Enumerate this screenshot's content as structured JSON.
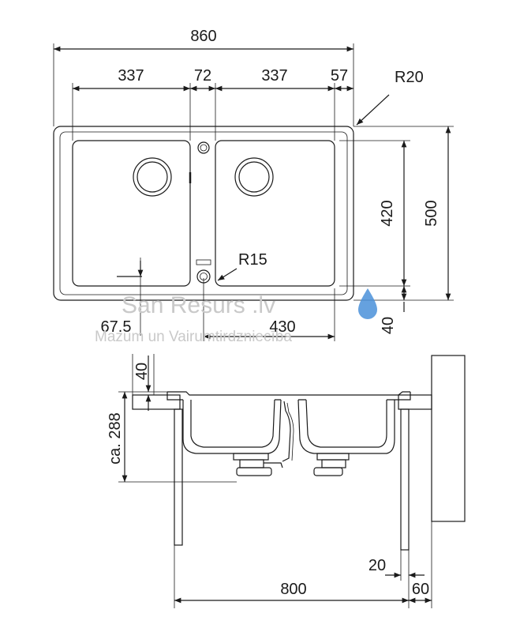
{
  "top_view": {
    "width_total": "860",
    "bowl_left": "337",
    "center": "72",
    "bowl_right": "337",
    "edge_right": "57",
    "corner_radius": "R20",
    "drain_radius": "R15",
    "depth_inner": "420",
    "depth_total": "500",
    "offset_left": "67.5",
    "drain_spacing": "430",
    "edge_bottom": "40"
  },
  "section_view": {
    "rim_thickness": "40",
    "bowl_depth": "ca. 288",
    "wall_gap": "20",
    "cabinet_width": "800",
    "wall_offset": "60"
  },
  "watermark": {
    "brand": "San Resurs .lv",
    "tagline": "Mazum un Vairumtirdzniecība",
    "drop_color": "#4a90d9"
  }
}
